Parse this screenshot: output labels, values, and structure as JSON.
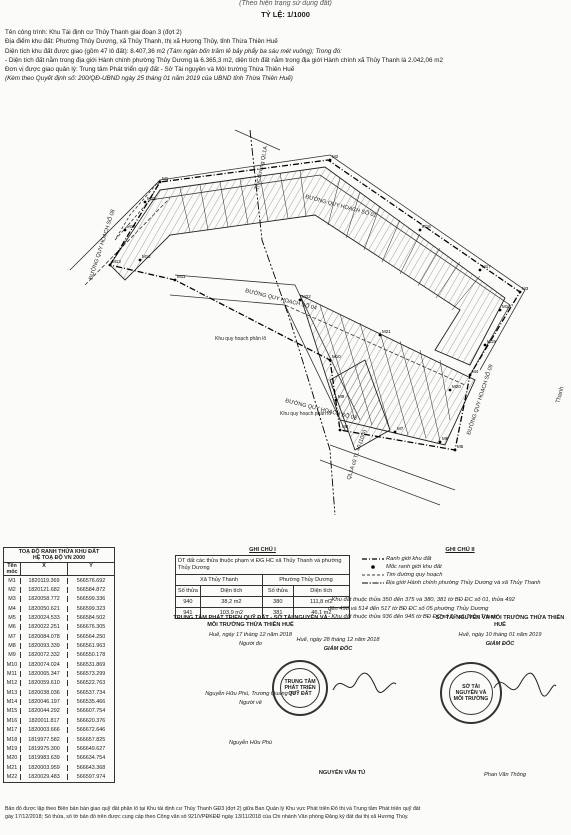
{
  "header": {
    "note": "(Theo hiện trạng sử dụng đất)",
    "scale": "TỶ LỆ: 1/1000"
  },
  "info": {
    "project": "Tên công trình: Khu Tái định cư Thủy Thanh giai đoạn 3 (đợt 2)",
    "location": "Địa điểm khu đất: Phường Thủy Dương, xã Thủy Thanh, thị xã Hương Thủy, tỉnh Thừa Thiên Huế",
    "area_prefix": "Diện tích khu đất được giao (gồm 47 lô đất): ",
    "area_value": "8.407,36 m2",
    "area_words": " (Tám ngàn bốn trăm lẻ bảy phẩy ba sáu mét vuông); Trong đó:",
    "detail": "- Diện tích đất nằm trong địa giới Hành chính phường Thủy Dương là 6.365,3 m2, diện tích đất nằm trong địa giới Hành chính xã Thủy Thanh là 2.042,06 m2",
    "unit": "Đơn vị được giao quản lý: Trung tâm Phát triển quỹ đất - Sở Tài nguyên và Môi trường Thừa Thiên Huế",
    "decision": "(Kèm theo Quyết định số: 200/QĐ-UBND ngày 25 tháng 01 năm 2019 của UBND tỉnh Thừa Thiên Huế)"
  },
  "map": {
    "road_top": "ĐƯỜNG QUY HOẠCH SỐ 01",
    "road_left": "ĐƯỜNG QUY HOẠCH SỐ 08",
    "road_mid": "ĐƯỜNG QUY HOẠCH SỐ 04",
    "road_bottom": "ĐƯỜNG QUY HOẠCH SỐ 03",
    "road_right": "ĐƯỜNG QUY HOẠCH SỐ 09",
    "road_left2": "QL1A cũ TL 40 (10m)",
    "road_top2": "Trục đường QL1A",
    "block_a": "Khu quy hoạch phân lô",
    "block_b": "Khu quy hoạch phân lô",
    "marks": [
      "M1",
      "M2",
      "M3",
      "M4",
      "M5",
      "M6",
      "M7",
      "M8",
      "M9",
      "M10",
      "M11",
      "M12",
      "M13",
      "M14",
      "M15",
      "M16",
      "M17",
      "M18",
      "M19",
      "M20",
      "M21",
      "M22"
    ]
  },
  "coords": {
    "title": "TOẠ ĐỘ RANH THỬA KHU ĐẤT",
    "system": "HỆ TOẠ ĐỘ VN 2000",
    "col_mark": "Tên mốc",
    "col_x": "X",
    "col_y": "Y",
    "rows": [
      [
        "M1",
        "1820119.369",
        "566576.692"
      ],
      [
        "M2",
        "1820121.682",
        "566584.872"
      ],
      [
        "M3",
        "1820058.772",
        "566599.336"
      ],
      [
        "M4",
        "1820050.621",
        "566599.323"
      ],
      [
        "M5",
        "1820024.533",
        "566584.502"
      ],
      [
        "M6",
        "1820022.251",
        "566676.305"
      ],
      [
        "M7",
        "1820084.078",
        "566564.250"
      ],
      [
        "M8",
        "1820093.339",
        "566561.963"
      ],
      [
        "M9",
        "1820072.332",
        "566550.178"
      ],
      [
        "M10",
        "1820074.024",
        "566531.869"
      ],
      [
        "M11",
        "1820065.347",
        "566573.299"
      ],
      [
        "M12",
        "1820059.610",
        "566522.763"
      ],
      [
        "M13",
        "1820038.036",
        "566537.734"
      ],
      [
        "M14",
        "1820046.197",
        "566535.466"
      ],
      [
        "M15",
        "1820044.292",
        "566607.754"
      ],
      [
        "M16",
        "1820011.817",
        "566620.376"
      ],
      [
        "M17",
        "1820003.666",
        "566672.646"
      ],
      [
        "M18",
        "1819977.582",
        "566657.825"
      ],
      [
        "M19",
        "1819975.300",
        "566649.627"
      ],
      [
        "M20",
        "1819983.639",
        "566634.754"
      ],
      [
        "M21",
        "1820003.959",
        "566643.368"
      ],
      [
        "M22",
        "1820029.483",
        "566597.974"
      ]
    ]
  },
  "legend1": {
    "title": "GHI CHÚ I",
    "table_title": "DT đất các thửa thuộc phạm vi ĐG HC xã Thủy Thanh và phường Thủy Dương",
    "head_a": "Xã Thủy Thanh",
    "head_b": "Phường Thủy Dương",
    "cols": [
      "Số thửa",
      "Diện tích",
      "Số thửa",
      "Diện tích"
    ],
    "rows": [
      [
        "940",
        "38,2 m2",
        "380",
        "111,8 m2"
      ],
      [
        "941",
        "103,9 m2",
        "381",
        "46,1 m2"
      ]
    ]
  },
  "legend2": {
    "title": "GHI CHÚ II",
    "items": [
      "Ranh giới khu đất",
      "Mốc ranh giới khu đất",
      "Tim đường quy hoạch",
      "Địa giới Hành chính phường Thủy Dương và xã Thủy Thanh"
    ],
    "notes": [
      "- Khu đất thuộc thửa 350 đến 375 và 380, 381 tờ BĐ ĐC số 01, thửa 492",
      "đến 498 và 514 đến 517 tờ BĐ ĐC số 05 phường Thủy Dương",
      "- Khu đất thuộc thửa 936 đến 945 tờ BĐ ĐC số 12 xã Thủy Thanh"
    ]
  },
  "signatures": {
    "left": {
      "org": "TRUNG TÂM PHÁT TRIỂN QUỸ ĐẤT - SỞ TÀI NGUYÊN VÀ MÔI TRƯỜNG THỪA THIÊN HUẾ",
      "date": "Huế, ngày 17 tháng 12 năm 2018",
      "role": "Người đo",
      "name1": "Nguyễn Hữu Phú, Trương Quang Tế",
      "role2": "Người vẽ",
      "name2": "Nguyễn Hữu Phú"
    },
    "mid": {
      "date": "Huế, ngày 28 tháng 12 năm 2018",
      "role": "GIÁM ĐỐC",
      "stamp": "TRUNG TÂM PHÁT TRIỂN QUỸ ĐẤT",
      "name": "NGUYỄN VĂN TÚ"
    },
    "right": {
      "org": "SỞ TÀI NGUYÊN VÀ MÔI TRƯỜNG THỪA THIÊN HUẾ",
      "date": "Huế, ngày 10 tháng 01 năm 2019",
      "role": "GIÁM ĐỐC",
      "stamp": "SỞ TÀI NGUYÊN VÀ MÔI TRƯỜNG",
      "name": "Phan Văn Thông"
    }
  },
  "footer": {
    "line1": "Bản đồ được lập theo Biên bản bàn giao quỹ đất phân lô tại Khu tái định cư Thủy Thanh GĐ3 (đợt 2) giữa Ban Quản lý Khu vực Phát triển Đô thị và Trung tâm Phát triển quỹ đất",
    "line2": "gày 17/12/2018; Số thửa, số tờ bản đồ trên được cung cấp theo Công văn số 921/VPĐKĐĐ ngày 13/11/2018 của Chi nhánh Văn phòng Đăng ký đất đai thị xã Hương Thủy."
  },
  "margin_note": "Thanh"
}
